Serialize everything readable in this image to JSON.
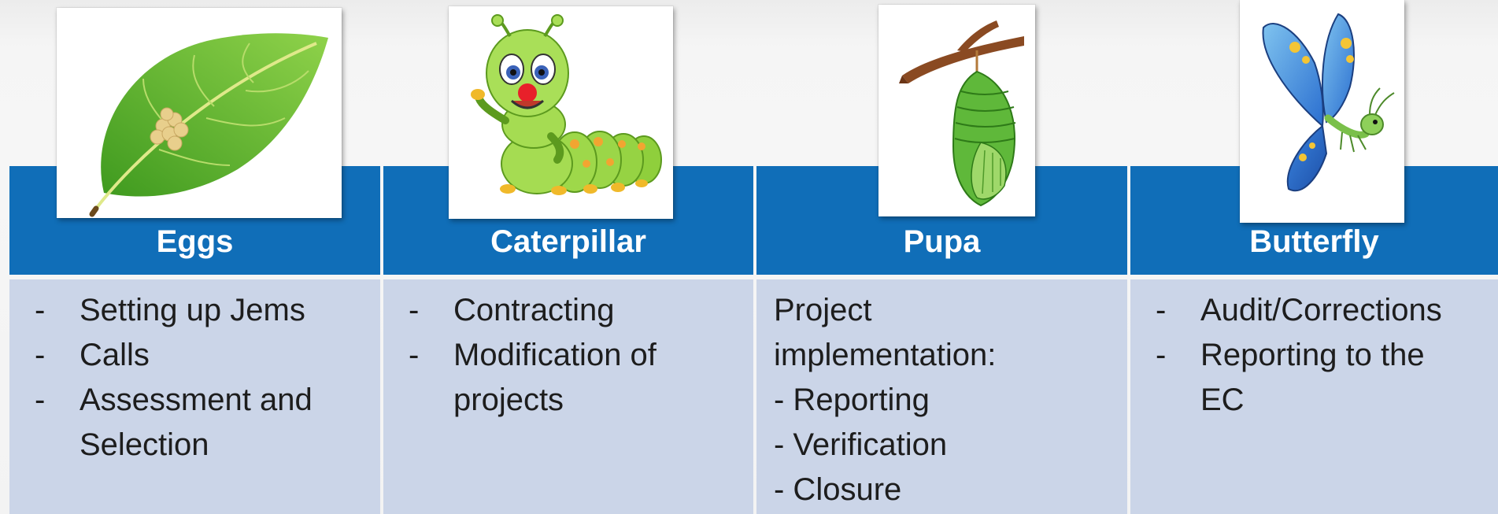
{
  "stages": [
    {
      "title": "Eggs",
      "image": "leaf-with-eggs",
      "items": [
        "Setting up Jems",
        "Calls",
        "Assessment and Selection"
      ]
    },
    {
      "title": "Caterpillar",
      "image": "cartoon-caterpillar",
      "items": [
        "Contracting",
        "Modification of projects"
      ]
    },
    {
      "title": "Pupa",
      "image": "chrysalis-on-branch",
      "heading": "Project implementation:",
      "lines": [
        "- Reporting",
        "- Verification",
        "- Closure"
      ]
    },
    {
      "title": "Butterfly",
      "image": "blue-butterfly",
      "items": [
        "Audit/Corrections",
        "Reporting to the EC"
      ]
    }
  ],
  "bullet_marker": "-",
  "colors": {
    "header_blue": "#106eb8",
    "body_light": "#cbd5e8",
    "header_text": "#ffffff",
    "body_text": "#1d1d1d"
  }
}
